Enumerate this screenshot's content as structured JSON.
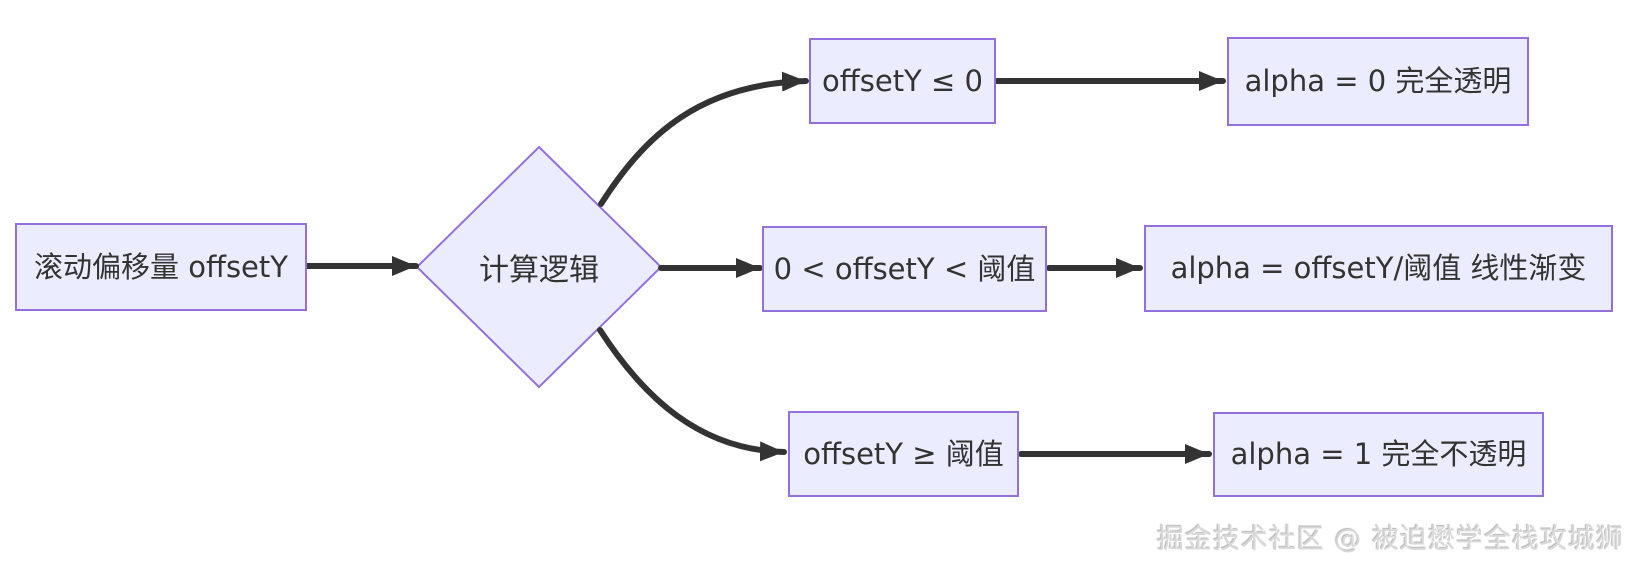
{
  "diagram": {
    "type": "flowchart",
    "direction": "left-to-right",
    "nodes": {
      "input": {
        "label": "滚动偏移量 offsetY",
        "shape": "rect"
      },
      "decision": {
        "label": "计算逻辑",
        "shape": "diamond"
      },
      "cond_top": {
        "label": "offsetY ≤ 0",
        "shape": "rect"
      },
      "result_top": {
        "label": "alpha = 0 完全透明",
        "shape": "rect"
      },
      "cond_mid": {
        "label": "0 < offsetY < 阈值",
        "shape": "rect"
      },
      "result_mid": {
        "label": "alpha = offsetY/阈值 线性渐变",
        "shape": "rect"
      },
      "cond_bottom": {
        "label": "offsetY ≥ 阈值",
        "shape": "rect"
      },
      "result_bottom": {
        "label": "alpha = 1 完全不透明",
        "shape": "rect"
      }
    },
    "edges": [
      {
        "from": "input",
        "to": "decision"
      },
      {
        "from": "decision",
        "to": "cond_top"
      },
      {
        "from": "decision",
        "to": "cond_mid"
      },
      {
        "from": "decision",
        "to": "cond_bottom"
      },
      {
        "from": "cond_top",
        "to": "result_top"
      },
      {
        "from": "cond_mid",
        "to": "result_mid"
      },
      {
        "from": "cond_bottom",
        "to": "result_bottom"
      }
    ],
    "colors": {
      "node_fill": "#ECECFF",
      "node_border": "#9370DB",
      "edge": "#333333",
      "text": "#333333",
      "background": "#FFFFFF"
    }
  },
  "watermark": {
    "text": "掘金技术社区 @ 被迫懋学全栈攻城狮"
  }
}
